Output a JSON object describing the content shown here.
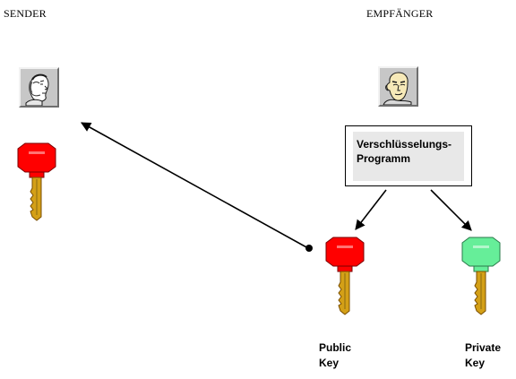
{
  "sender": {
    "title": "SENDER",
    "avatar_icon": "headset-person-icon"
  },
  "receiver": {
    "title": "EMPFÄNGER",
    "avatar_icon": "bald-person-icon"
  },
  "program": {
    "label": "Verschlüsselungs-\nProgramm"
  },
  "keys": {
    "public_label": "Public\nKey",
    "private_label": "Private\nKey",
    "public_color": "#ff0000",
    "private_color": "#66ee99",
    "blade_color": "#d4a017"
  }
}
